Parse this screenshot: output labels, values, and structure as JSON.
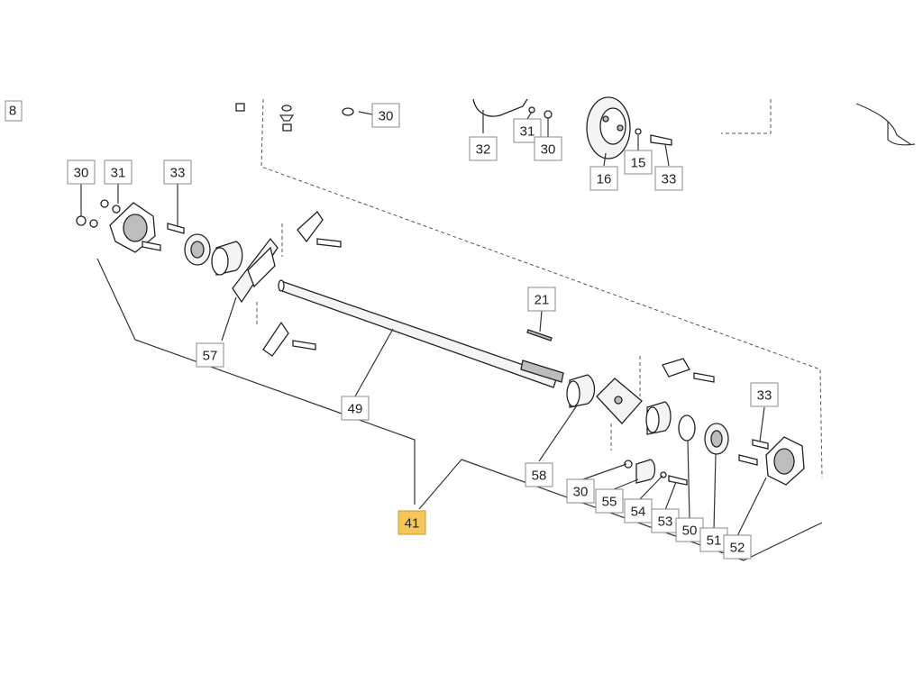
{
  "page_ref": "8",
  "highlight_color": "#f5c75a",
  "callouts": [
    {
      "id": "c30a",
      "text": "30"
    },
    {
      "id": "c31a",
      "text": "31"
    },
    {
      "id": "c33a",
      "text": "33"
    },
    {
      "id": "c57",
      "text": "57"
    },
    {
      "id": "c49",
      "text": "49"
    },
    {
      "id": "c21",
      "text": "21"
    },
    {
      "id": "c41",
      "text": "41",
      "highlighted": true
    },
    {
      "id": "c58",
      "text": "58"
    },
    {
      "id": "c30b",
      "text": "30"
    },
    {
      "id": "c55",
      "text": "55"
    },
    {
      "id": "c54",
      "text": "54"
    },
    {
      "id": "c53",
      "text": "53"
    },
    {
      "id": "c50",
      "text": "50"
    },
    {
      "id": "c51",
      "text": "51"
    },
    {
      "id": "c52",
      "text": "52"
    },
    {
      "id": "c33b",
      "text": "33"
    },
    {
      "id": "c30c",
      "text": "30"
    },
    {
      "id": "c32",
      "text": "32"
    },
    {
      "id": "c31b",
      "text": "31"
    },
    {
      "id": "c30d",
      "text": "30"
    },
    {
      "id": "c16",
      "text": "16"
    },
    {
      "id": "c15",
      "text": "15"
    },
    {
      "id": "c33c",
      "text": "33"
    }
  ]
}
